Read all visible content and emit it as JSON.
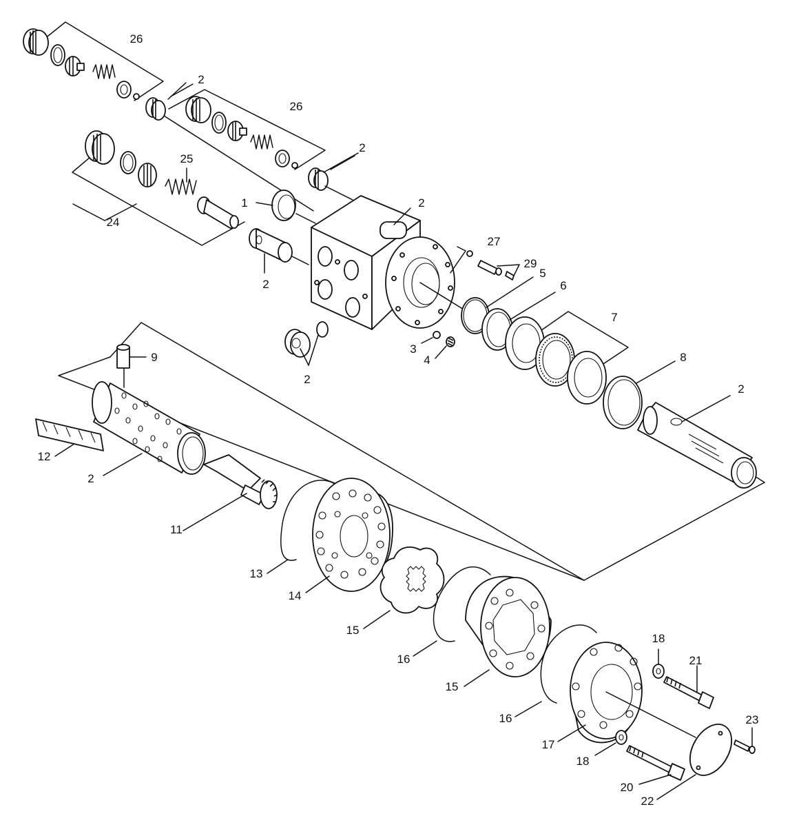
{
  "callouts": [
    {
      "id": "c26a",
      "text": "26"
    },
    {
      "id": "c2a",
      "text": "2"
    },
    {
      "id": "c26b",
      "text": "26"
    },
    {
      "id": "c2b",
      "text": "2"
    },
    {
      "id": "c25",
      "text": "25"
    },
    {
      "id": "c1",
      "text": "1"
    },
    {
      "id": "c2c",
      "text": "2"
    },
    {
      "id": "c24",
      "text": "24"
    },
    {
      "id": "c2d",
      "text": "2"
    },
    {
      "id": "c27",
      "text": "27"
    },
    {
      "id": "c29",
      "text": "29"
    },
    {
      "id": "c5",
      "text": "5"
    },
    {
      "id": "c6",
      "text": "6"
    },
    {
      "id": "c7",
      "text": "7"
    },
    {
      "id": "c3",
      "text": "3"
    },
    {
      "id": "c4",
      "text": "4"
    },
    {
      "id": "c2e",
      "text": "2"
    },
    {
      "id": "c9",
      "text": "9"
    },
    {
      "id": "c8",
      "text": "8"
    },
    {
      "id": "c2f",
      "text": "2"
    },
    {
      "id": "c12",
      "text": "12"
    },
    {
      "id": "c2g",
      "text": "2"
    },
    {
      "id": "c11",
      "text": "11"
    },
    {
      "id": "c13",
      "text": "13"
    },
    {
      "id": "c14",
      "text": "14"
    },
    {
      "id": "c15a",
      "text": "15"
    },
    {
      "id": "c16a",
      "text": "16"
    },
    {
      "id": "c15b",
      "text": "15"
    },
    {
      "id": "c18a",
      "text": "18"
    },
    {
      "id": "c21",
      "text": "21"
    },
    {
      "id": "c16b",
      "text": "16"
    },
    {
      "id": "c23",
      "text": "23"
    },
    {
      "id": "c17",
      "text": "17"
    },
    {
      "id": "c18b",
      "text": "18"
    },
    {
      "id": "c20",
      "text": "20"
    },
    {
      "id": "c22",
      "text": "22"
    }
  ],
  "icons": {
    "diagram": "exploded-parts-diagram-icon"
  },
  "colors": {
    "ink": "#111111",
    "background": "#ffffff"
  }
}
